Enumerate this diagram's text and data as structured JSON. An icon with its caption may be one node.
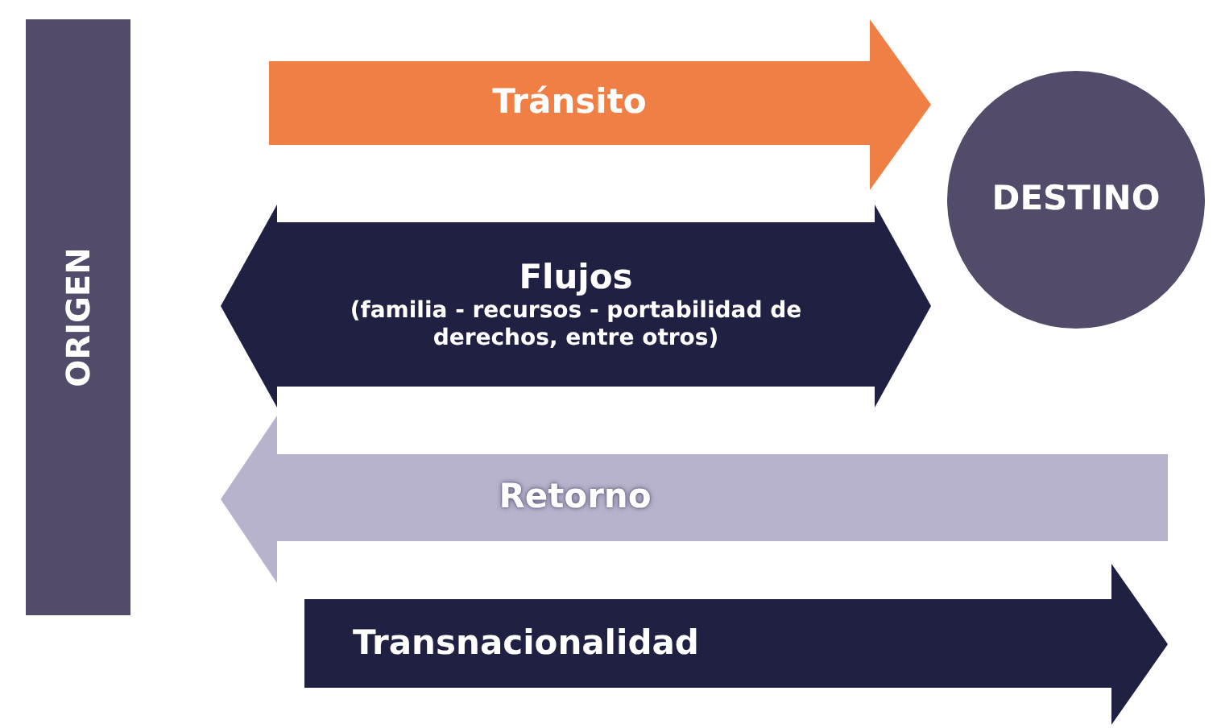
{
  "diagram": {
    "nodes": [
      {
        "text": [
          "ORIGEN"
        ]
      },
      {
        "text": [
          "Tránsito"
        ]
      },
      {
        "text": [
          "DESTINO"
        ]
      },
      {
        "text": [
          "Flujos",
          "(familia - recursos - portabilidad de derechos, entre otros)"
        ]
      },
      {
        "text": [
          "Retorno"
        ]
      },
      {
        "text": [
          "Transnacionalidad"
        ]
      }
    ]
  }
}
